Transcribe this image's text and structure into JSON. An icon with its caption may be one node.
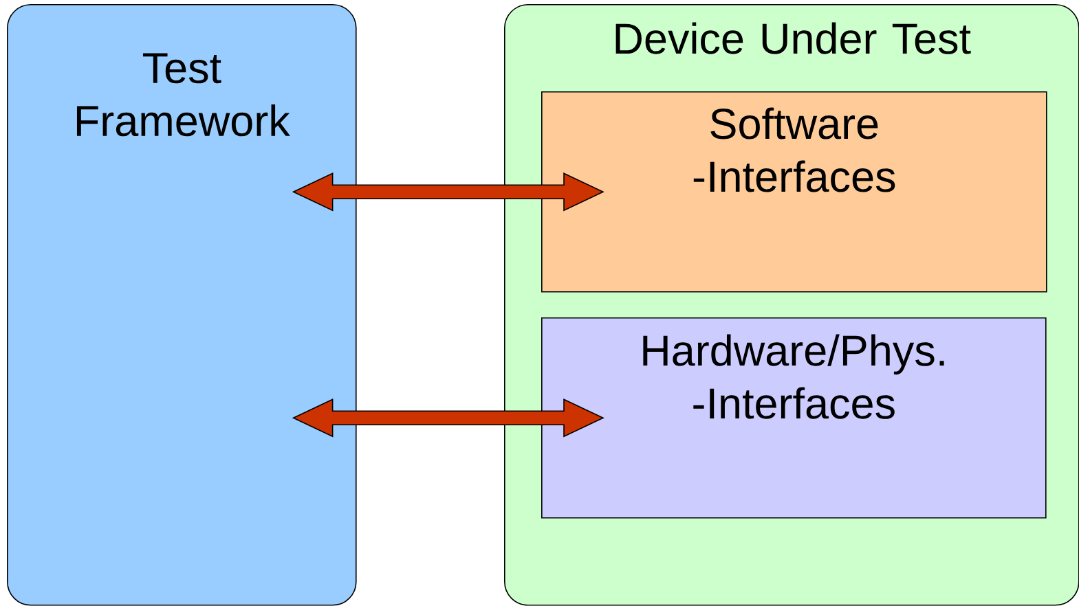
{
  "diagram": {
    "nodes": [
      {
        "text": [
          "Test Framework"
        ]
      },
      {
        "text": [
          "Device Under Test"
        ]
      },
      {
        "text": [
          "Software -Interfaces"
        ],
        "in": 1
      },
      {
        "text": [
          "Hardware/Phys. -Interfaces"
        ],
        "in": 1
      }
    ],
    "edges": [
      {
        "from": 0,
        "to": 2,
        "arrow": "both"
      },
      {
        "from": 0,
        "to": 3,
        "arrow": "both"
      }
    ]
  }
}
